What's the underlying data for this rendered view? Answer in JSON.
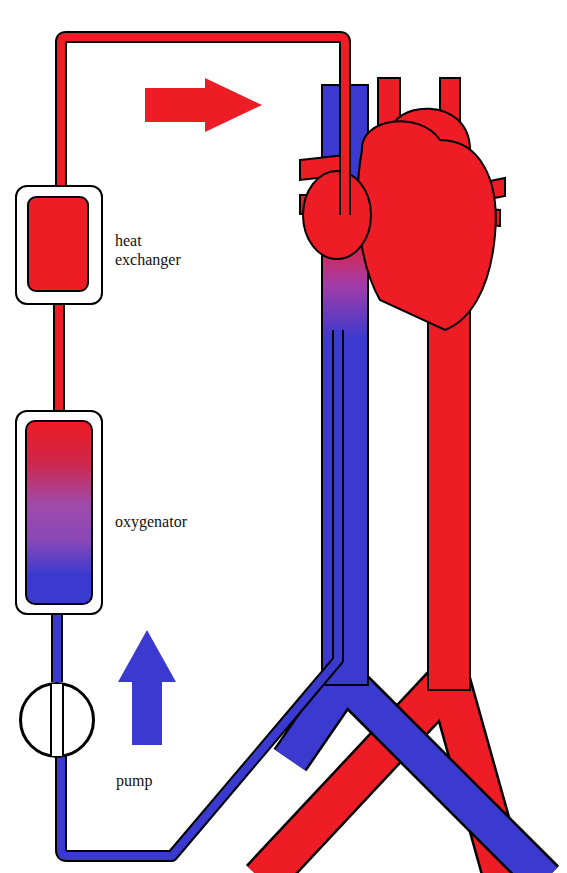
{
  "diagram": {
    "nodes": [
      {
        "text": [
          "heat exchanger"
        ]
      },
      {
        "text": [
          "oxygenator"
        ]
      },
      {
        "text": [
          "pump"
        ]
      }
    ],
    "edges": [
      {
        "from": 2,
        "to": 1,
        "arrow": "none"
      },
      {
        "from": 1,
        "to": 0,
        "arrow": "none"
      }
    ]
  }
}
